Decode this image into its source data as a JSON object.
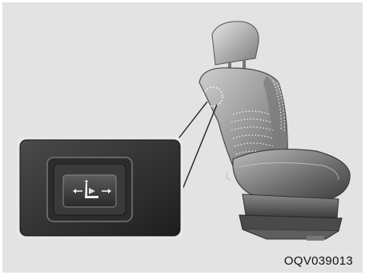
{
  "figure": {
    "code": "OQV039013",
    "icons": [
      "seat-illustration",
      "seat-switch-callout",
      "lumbar-support-icon"
    ],
    "colors": {
      "background": "#e3e3e3",
      "seat_dark": "#3a3a3a",
      "seat_mid": "#6a6a6a",
      "seat_light": "#b7b7b7",
      "callout_panel": "#2e2e2e"
    }
  }
}
